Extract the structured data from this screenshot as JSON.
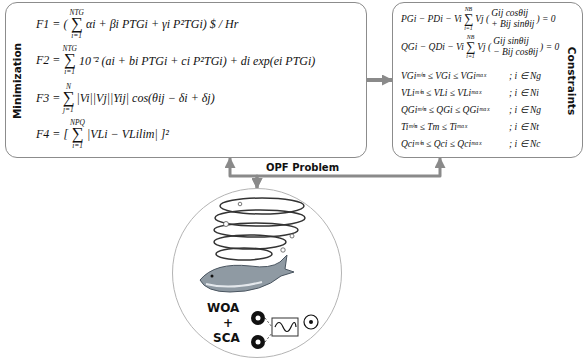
{
  "diagram": {
    "nodes": [
      {
        "text": [
          "Minimization",
          "F1 = (",
          "NTG",
          "∑",
          "i=1",
          "αi + βi PTGi + γi P²TGi) $ / Hr",
          "F2 =",
          "NTG",
          "∑",
          "i=1",
          "10⁻² (ai + bi PTGi + ci P²TGi) + di exp(ei PTGi)",
          "F3 =",
          "N",
          "∑",
          "j=1",
          "|Vi||Vj||Yij| cos(θij − δi + δj)",
          "F4 = [",
          "NPQ",
          "∑",
          "i=1",
          "|VLi − VLilim| ]²"
        ]
      },
      {
        "text": [
          "Constraints",
          "PGi − PDi − Vi",
          "NB",
          "∑",
          "i=1",
          "Vj (",
          "Gij cosθij",
          "+ Bij sinθij",
          ") = 0",
          "QGi − QDi − Vi",
          "NB",
          "∑",
          "i=1",
          "Vj (",
          "Gij sinθij",
          "− Bij cosθij",
          ") = 0",
          "VGiᵐⁱⁿ ≤ VGi ≤ VGiᵐᵃˣ",
          "; i ∈ Ng",
          "VLiᵐⁱⁿ ≤ VLi ≤ VLiᵐᵃˣ",
          "; i ∈ Ni",
          "QGiᵐⁱⁿ ≤ QGi ≤ QGiᵐᵃˣ",
          "; i ∈ Ng",
          "Tiᵐⁱⁿ ≤ Tm ≤ Tiᵐᵃˣ",
          "; i ∈ Nt",
          "Qciᵐⁱⁿ ≤ Qci ≤ Qciᵐᵃˣ",
          "; i ∈ Nc"
        ]
      },
      {
        "text": [
          "WOA",
          "+",
          "SCA"
        ]
      }
    ],
    "edges": [
      {
        "from": 0,
        "to": 1,
        "arrow": "to"
      },
      {
        "from": 2,
        "to": 0,
        "arrow": "both"
      },
      {
        "from": 2,
        "to": 1,
        "arrow": "both"
      }
    ],
    "labels": [
      "OPF Problem"
    ]
  }
}
